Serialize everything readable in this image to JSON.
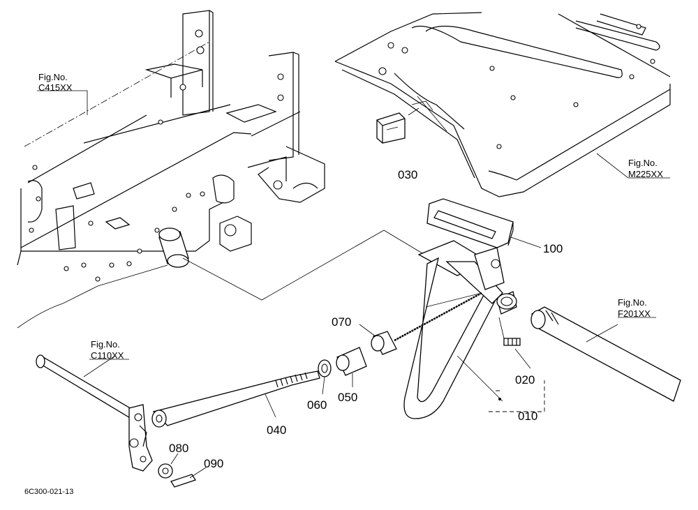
{
  "drawing_code": "6C300-021-13",
  "figure_refs": [
    {
      "line1": "Fig.No.",
      "line2": "C415XX"
    },
    {
      "line1": "Fig.No.",
      "line2": "M225XX"
    },
    {
      "line1": "Fig.No.",
      "line2": "F201XX"
    },
    {
      "line1": "Fig.No.",
      "line2": "C110XX"
    }
  ],
  "part_callouts": [
    "010",
    "020",
    "030",
    "040",
    "050",
    "060",
    "070",
    "080",
    "090",
    "100"
  ]
}
